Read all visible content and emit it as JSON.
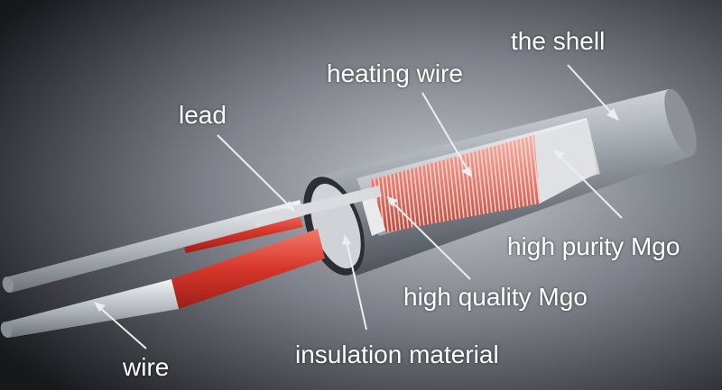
{
  "labels": {
    "shell": "the shell",
    "heating_wire": "heating wire",
    "lead": "lead",
    "high_purity": "high purity Mgo",
    "high_quality": "high quality Mgo",
    "insulation": "insulation material",
    "wire": "wire"
  },
  "colors": {
    "background_dark": "#17181c",
    "background_light": "#b9bdc4",
    "shell_metal": "#a7abb2",
    "coil_red": "#d9534f",
    "label_text": "#ffffff",
    "leader_line": "#eeeeee"
  }
}
